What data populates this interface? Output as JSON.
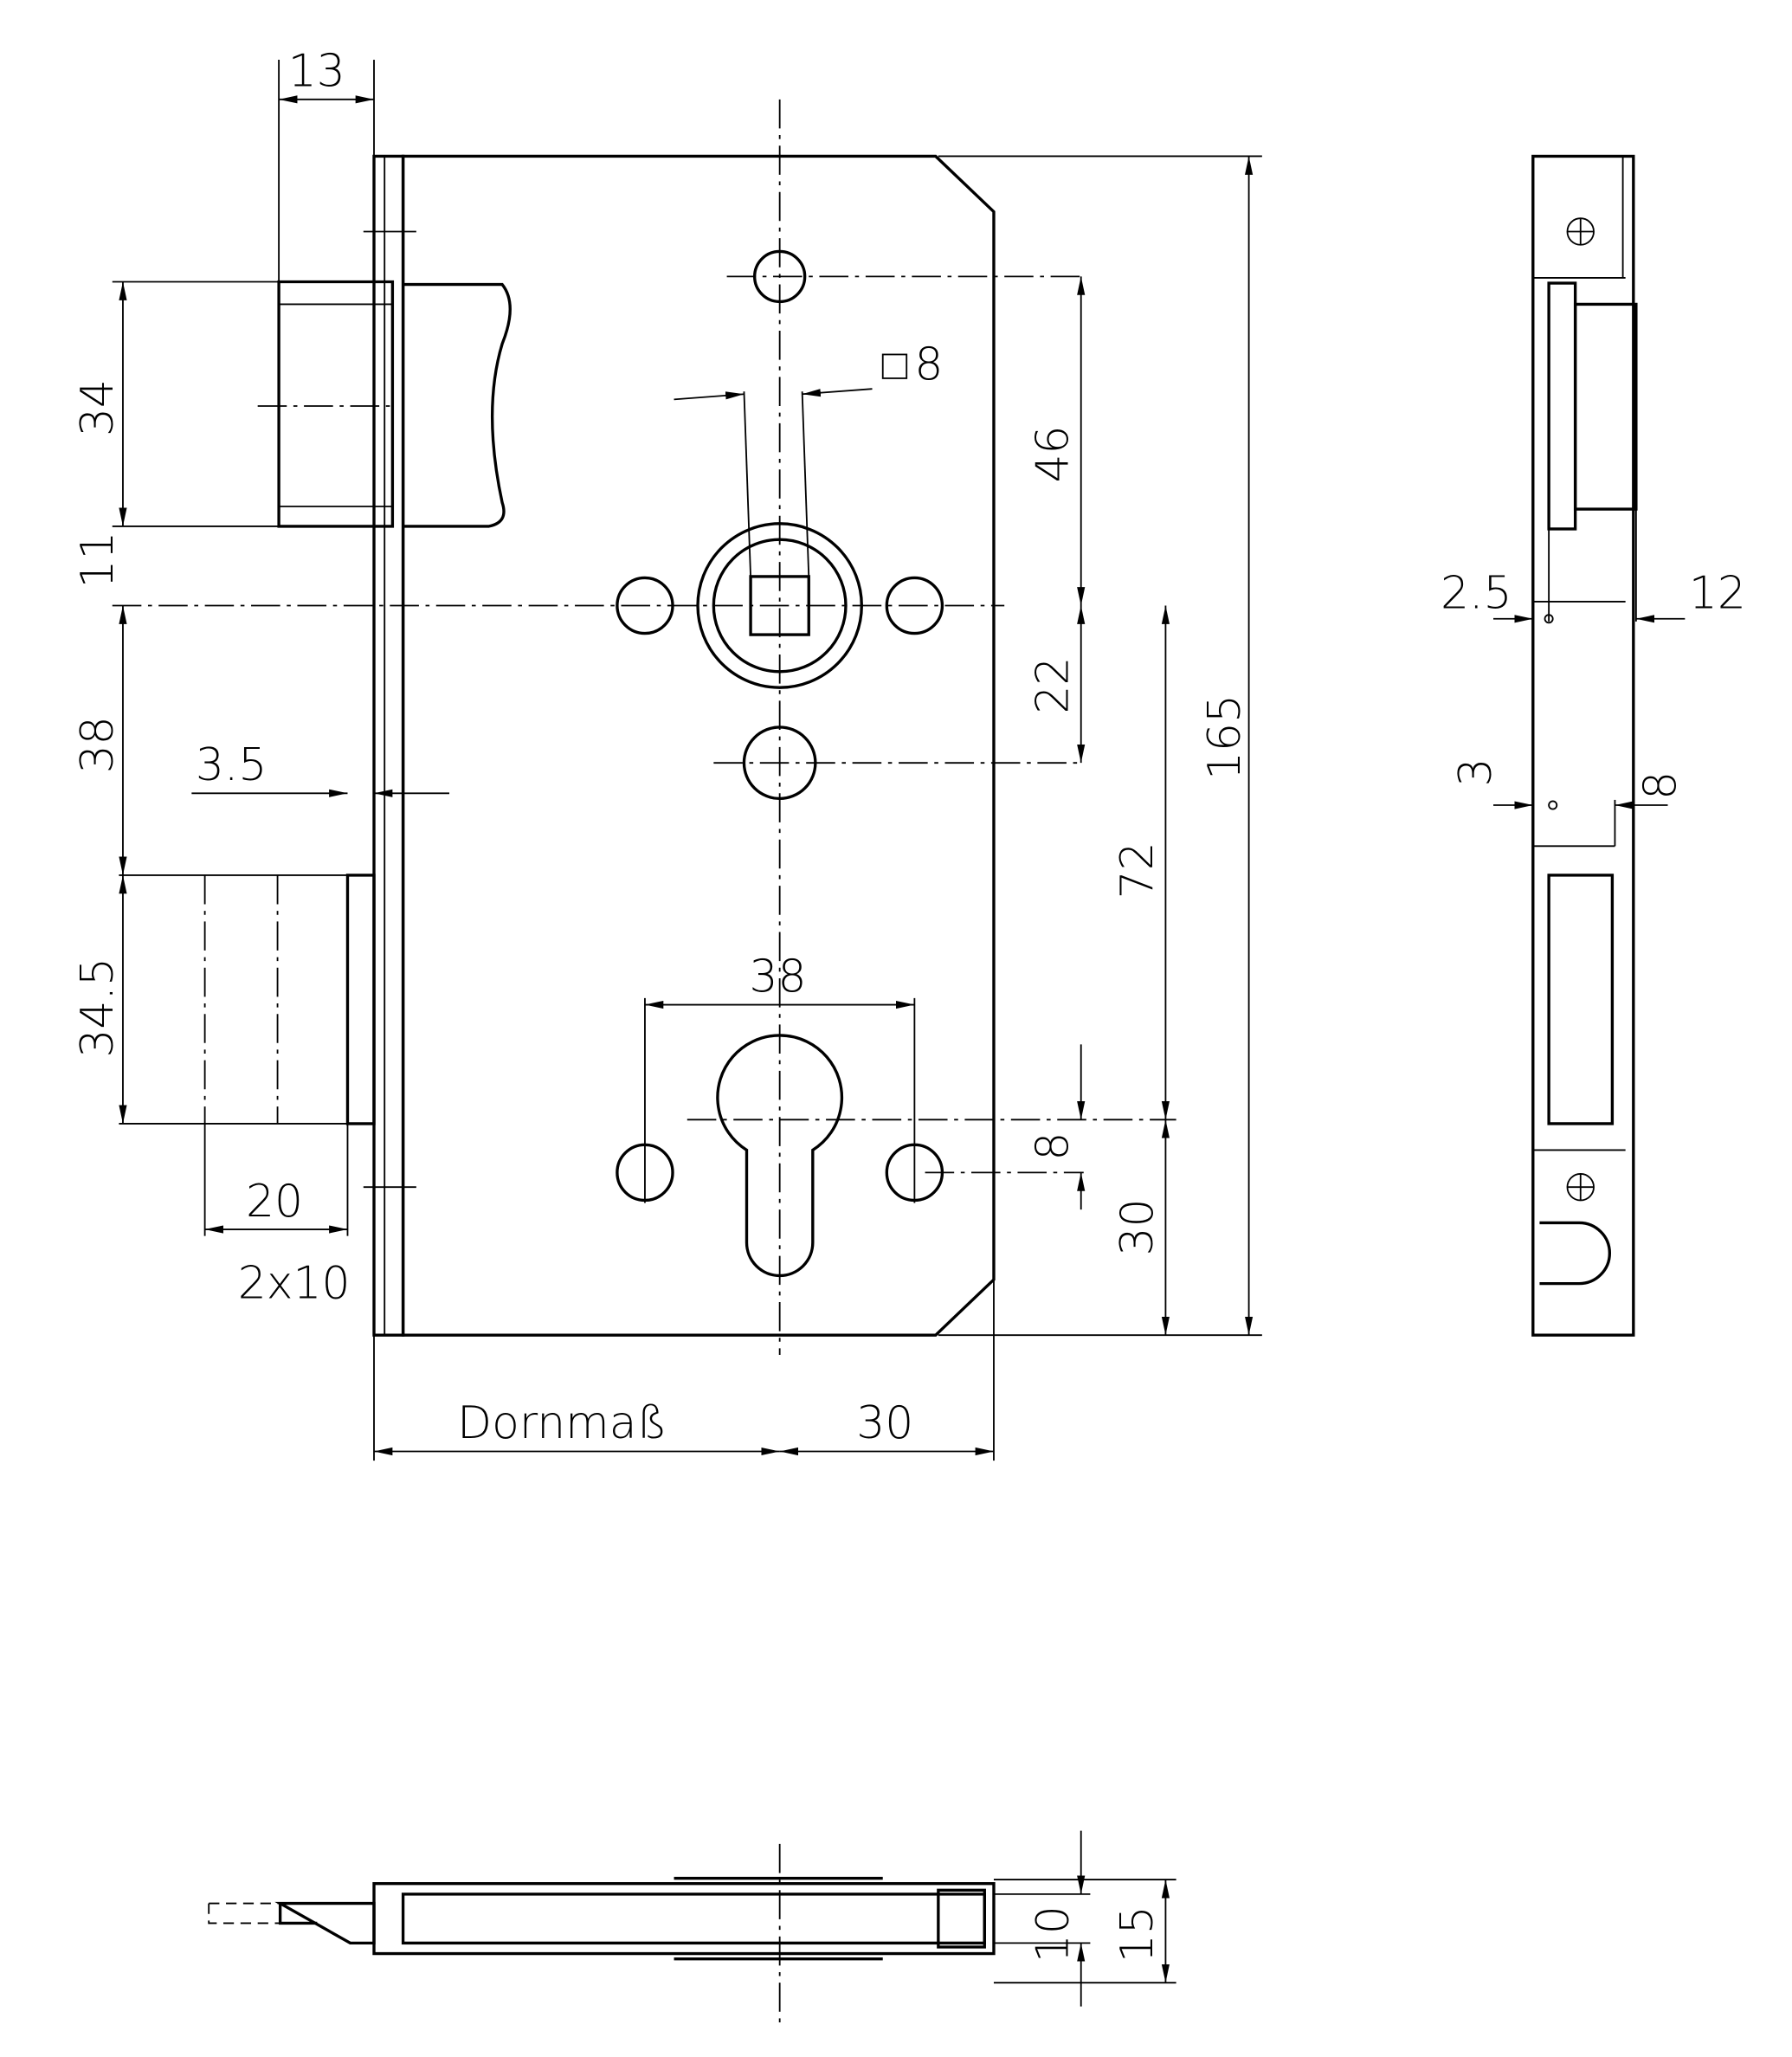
{
  "drawing": {
    "front_view": {
      "dim_latch_offset": "13",
      "dim_latch_height": "34",
      "dim_latch_gap": "11",
      "dim_upper_bolt": "38",
      "dim_faceplate": "3.5",
      "dim_bolt_height": "34.5",
      "dim_bolt_throw": "20",
      "dim_bolt_throw_note": "2x10",
      "dim_square": "8",
      "dim_top_hole": "46",
      "dim_lower_hole": "22",
      "dim_total_height": "165",
      "dim_spindle_to_cylinder": "72",
      "dim_cylinder_holes": "38",
      "dim_cylinder_offset": "8",
      "dim_cylinder_bottom": "30",
      "dim_backset": "Dornmaß",
      "dim_right": "30"
    },
    "side_view": {
      "dim_top_left": "2.5",
      "dim_top_right": "12",
      "dim_bottom_left": "3",
      "dim_bottom_right": "8"
    },
    "bottom_view": {
      "dim_inner": "10",
      "dim_outer": "15"
    },
    "colors": {
      "line": "#000000",
      "background": "#ffffff"
    }
  }
}
